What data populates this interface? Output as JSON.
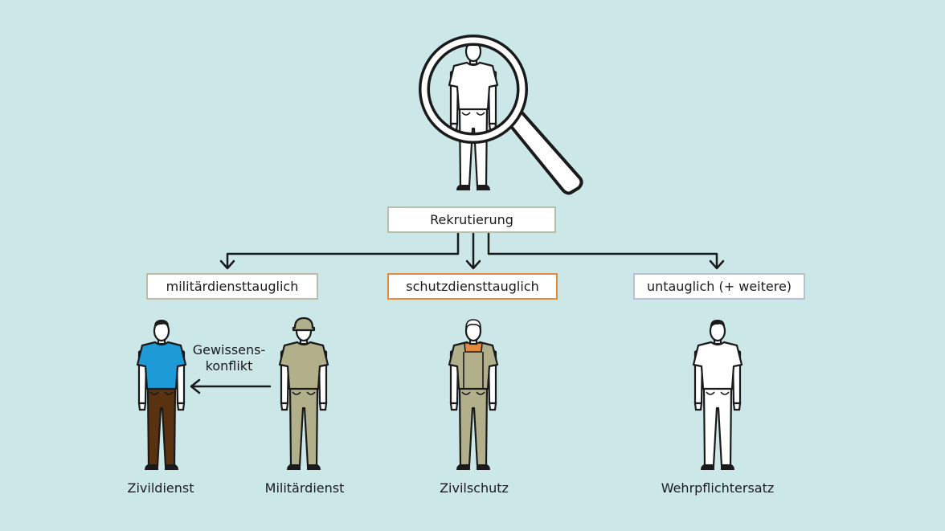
{
  "diagram": {
    "root": {
      "label": "Rekrutierung"
    },
    "categories": [
      {
        "label": "militärdiensttauglich",
        "border_color": "#b9bca6"
      },
      {
        "label": "schutzdiensttauglich",
        "border_color": "#e48a3c"
      },
      {
        "label": "untauglich (+ weitere)",
        "border_color": "#b8bfd6"
      }
    ],
    "people": [
      {
        "label": "Zivildienst",
        "shirt_color": "#1e9ad6",
        "pants_color": "#5a3210"
      },
      {
        "label": "Militärdienst",
        "shirt_color": "#b1b08a",
        "pants_color": "#b1b08a"
      },
      {
        "label": "Zivilschutz",
        "shirt_color": "#b1b08a",
        "pants_color": "#b1b08a",
        "accent_color": "#e48a3c"
      },
      {
        "label": "Wehrpflichtersatz",
        "shirt_color": "#ffffff",
        "pants_color": "#ffffff"
      }
    ],
    "conflict": {
      "line1": "Gewissens-",
      "line2": "konflikt"
    },
    "icons": [
      "magnifier-icon",
      "person-icon",
      "arrow-down-icon",
      "arrow-left-icon"
    ]
  },
  "colors": {
    "background": "#cbe7e8",
    "stroke": "#1a1a1a",
    "skin": "#ffffff",
    "hair": "#1a1a1a"
  }
}
